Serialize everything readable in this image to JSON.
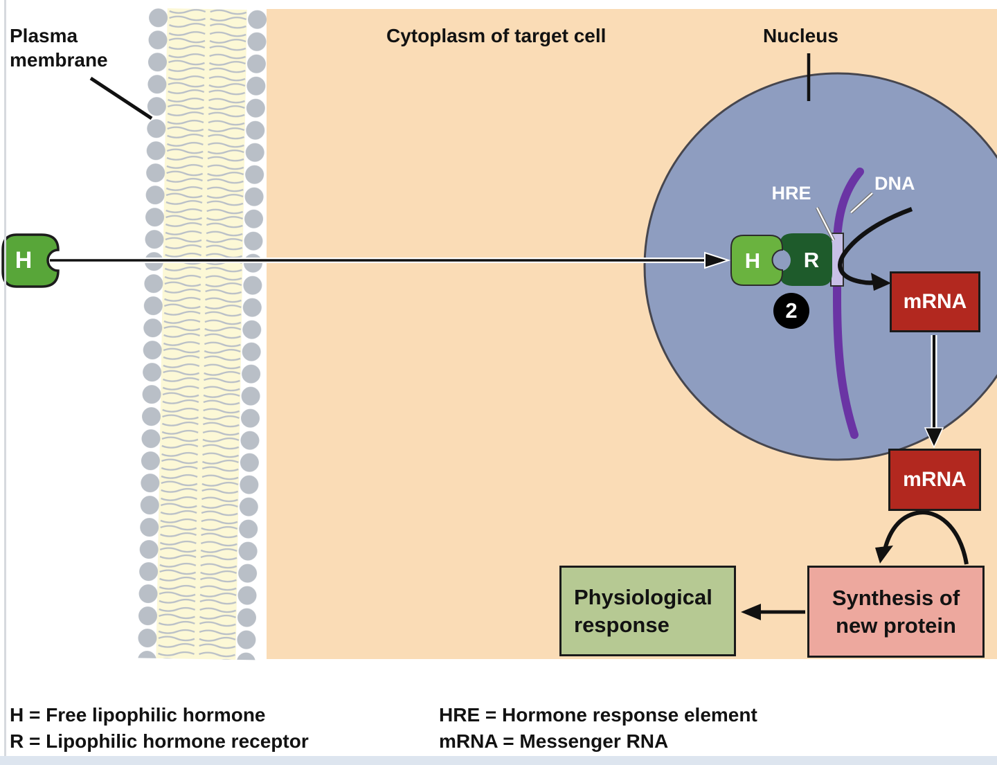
{
  "labels": {
    "plasma_membrane": [
      "Plasma",
      "membrane"
    ],
    "cytoplasm": "Cytoplasm of target cell",
    "nucleus": "Nucleus",
    "hre": "HRE",
    "dna": "DNA",
    "hormone_letter": "H",
    "receptor_letter": "R",
    "step_number": "2"
  },
  "boxes": {
    "mrna_nucleus": "mRNA",
    "mrna_cytoplasm": "mRNA",
    "synthesis_line1": "Synthesis of",
    "synthesis_line2": "new protein",
    "response_line1": "Physiological",
    "response_line2": "response"
  },
  "legend": {
    "h": "H = Free lipophilic hormone",
    "r": "R = Lipophilic hormone receptor",
    "hre": "HRE = Hormone response element",
    "mrna": "mRNA = Messenger RNA"
  },
  "colors": {
    "cytoplasm": "#fadcb6",
    "nucleus": "#8e9dc0",
    "membrane_head": "#b9bfc7",
    "membrane_core": "#fcf8d6",
    "hormone_green": "#58a639",
    "hormone_green_light": "#6ab33f",
    "receptor_green": "#1e5b2b",
    "hre_lavender": "#c8c0e6",
    "dna_purple": "#6a34a4",
    "mrna_red": "#b2281f",
    "synthesis_pink": "#eda89e",
    "response_green": "#b6c993"
  }
}
